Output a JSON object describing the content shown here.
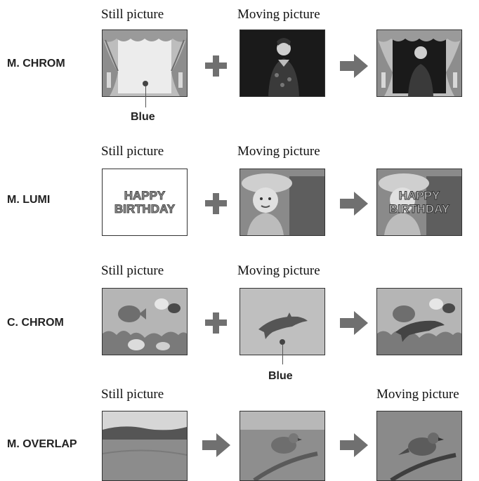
{
  "labels": {
    "still": "Still picture",
    "moving": "Moving picture",
    "blue": "Blue"
  },
  "rows": [
    {
      "mode": "M. CHROM"
    },
    {
      "mode": "M. LUMI",
      "text_line1": "HAPPY",
      "text_line2": "BIRTHDAY"
    },
    {
      "mode": "C. CHROM"
    },
    {
      "mode": "M. OVERLAP"
    }
  ],
  "colors": {
    "operator": "#707070",
    "text": "#111111"
  },
  "icons": {
    "plus": "plus-icon",
    "arrow": "arrow-right-icon"
  }
}
